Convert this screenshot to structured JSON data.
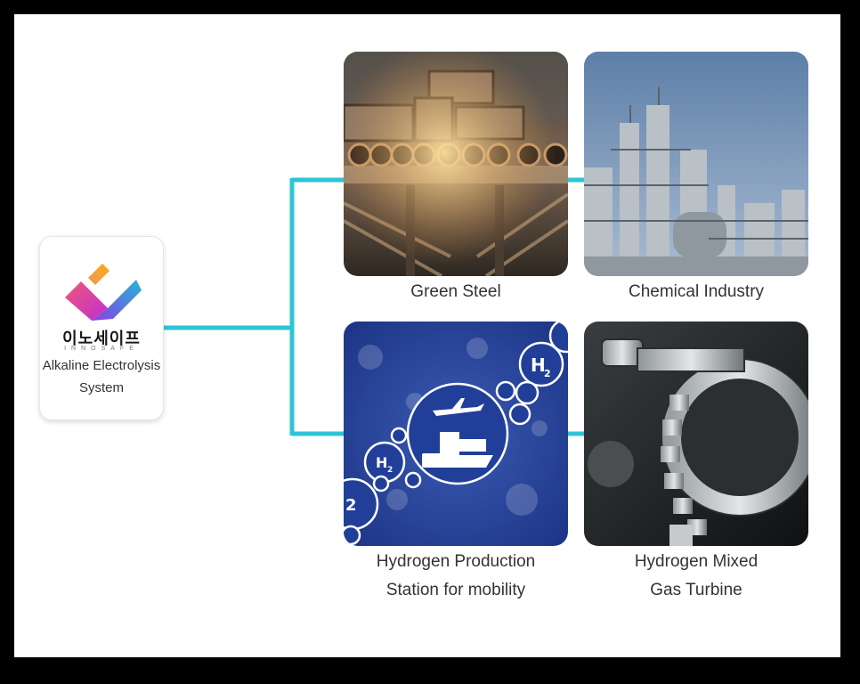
{
  "source": {
    "logo_text": "이노세이프",
    "logo_subtext": "INNOSAFE",
    "label": "Alkaline Electrolysis System",
    "label_line1": "Alkaline Electrolysis",
    "label_line2": "System"
  },
  "applications": [
    {
      "line1": "Green Steel",
      "line2": "",
      "image": "steel-pipes-photo"
    },
    {
      "line1": "Chemical Industry",
      "line2": "",
      "image": "chemical-plant-photo"
    },
    {
      "line1": "Hydrogen Production",
      "line2": "Station for mobility",
      "image": "hydrogen-mobility-illustration"
    },
    {
      "line1": "Hydrogen Mixed",
      "line2": "Gas Turbine",
      "image": "turbine-gear-photo"
    }
  ],
  "h2_symbol": "H",
  "h2_sub": "2",
  "colors": {
    "connector": "#2ec4d6",
    "logo_pink": "#e7358d",
    "logo_orange": "#f5a623",
    "logo_cyan": "#25b6d8",
    "logo_purple": "#7b3fd1",
    "hydrogen_blue": "#1f3c93"
  }
}
